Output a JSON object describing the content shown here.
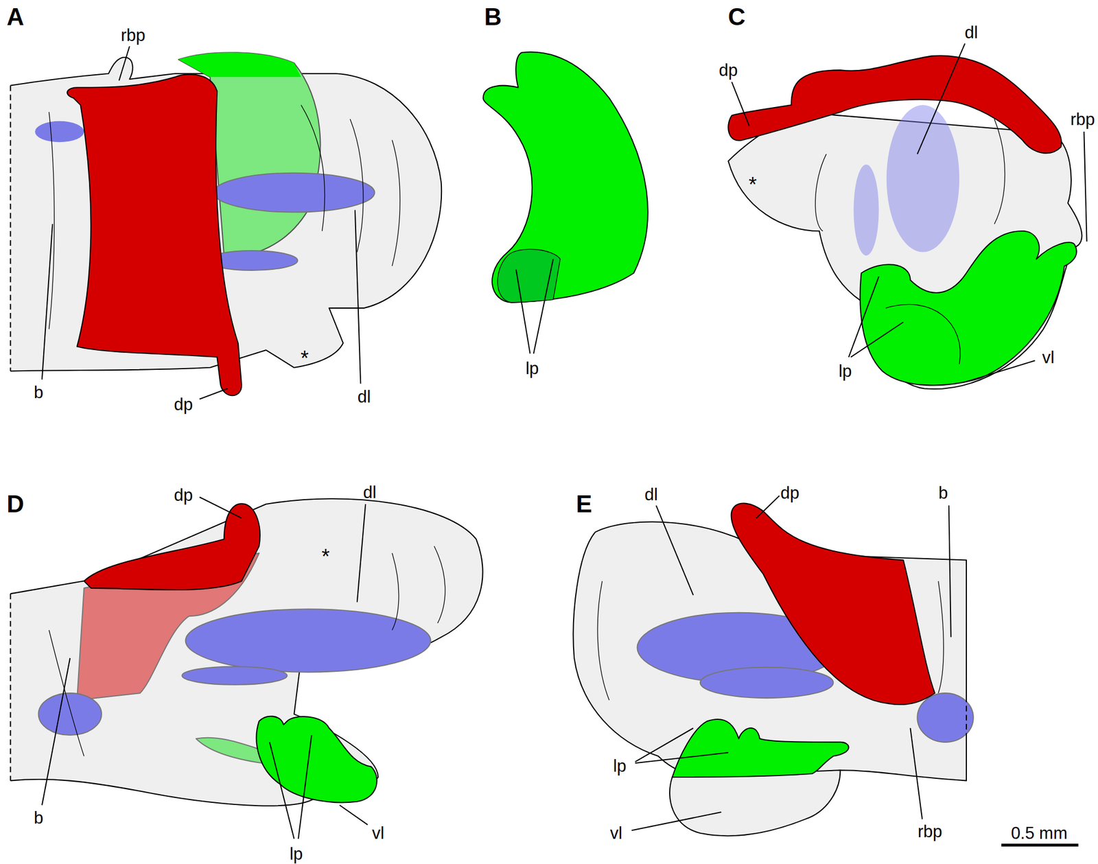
{
  "diagram": {
    "labels": [
      "A",
      "rbp",
      "b",
      "dp",
      "dl",
      "*",
      "B",
      "lp",
      "C",
      "dp",
      "dl",
      "rbp",
      "*",
      "lp",
      "vl",
      "D",
      "dp",
      "dl",
      "*",
      "b",
      "lp",
      "vl",
      "E",
      "dl",
      "dp",
      "b",
      "lp",
      "vl",
      "rbp",
      "0.5 mm"
    ]
  }
}
